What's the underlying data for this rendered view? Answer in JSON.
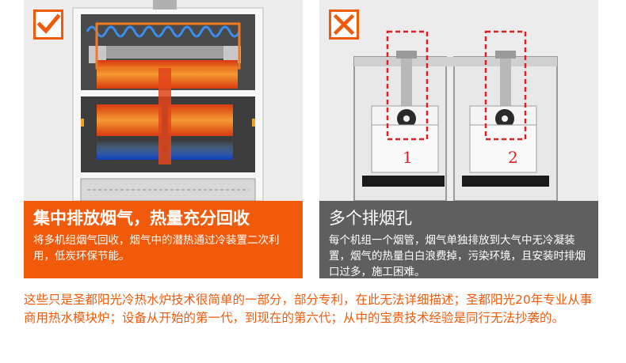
{
  "colors": {
    "accent_orange": "#f05a0a",
    "caption_gray": "#5f5f5f",
    "marker_red": "#e02020",
    "flame_blue": "#1a6ee0",
    "heat_orange": "#f07a20"
  },
  "left_panel": {
    "icon": "check-icon",
    "title": "集中排放烟气，热量充分回收",
    "body": "将多机组烟气回收，烟气中的潜热通过冷装置二次利用，低炭环保节能。"
  },
  "right_panel": {
    "icon": "cross-icon",
    "marker_1": "1",
    "marker_2": "2",
    "title": "多个排烟孔",
    "body": "每个机组一个烟管，烟气单独排放到大气中无冷凝装置，烟气的热量白白浪费掉，污染环境，且安装时排烟口过多，施工困难。"
  },
  "footnote": "这些只是圣都阳光冷热水炉技术很简单的一部分，部分专利，在此无法详细描述；圣都阳光20年专业从事商用热水模块炉；设备从开始的第一代，到现在的第六代；从中的宝贵技术经验是同行无法抄袭的。"
}
